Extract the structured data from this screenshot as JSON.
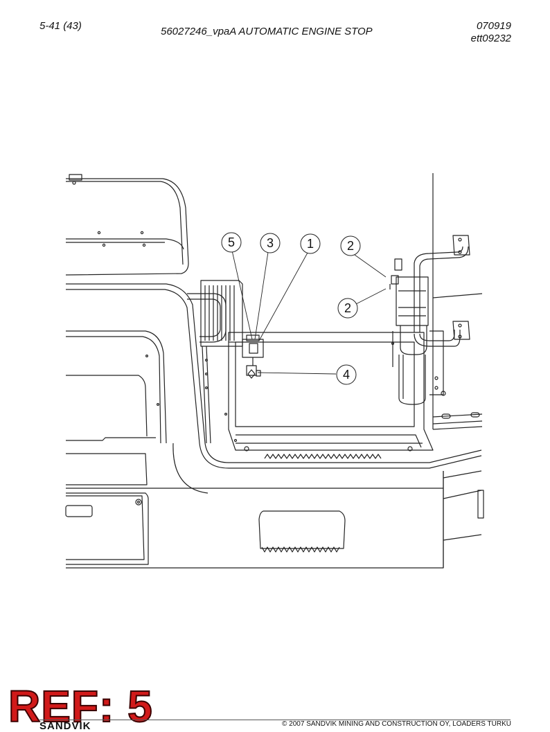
{
  "header": {
    "page": "5-41 (43)",
    "title": "56027246_vpaA AUTOMATIC ENGINE STOP",
    "date": "070919",
    "drawing_code": "ett09232"
  },
  "callouts": [
    "5",
    "3",
    "1",
    "2",
    "2",
    "4"
  ],
  "ref_stamp": "REF: 5",
  "footer": {
    "brand": "SANDVIK",
    "copyright": "© 2007 SANDVIK MINING AND CONSTRUCTION OY, LOADERS TURKU"
  }
}
